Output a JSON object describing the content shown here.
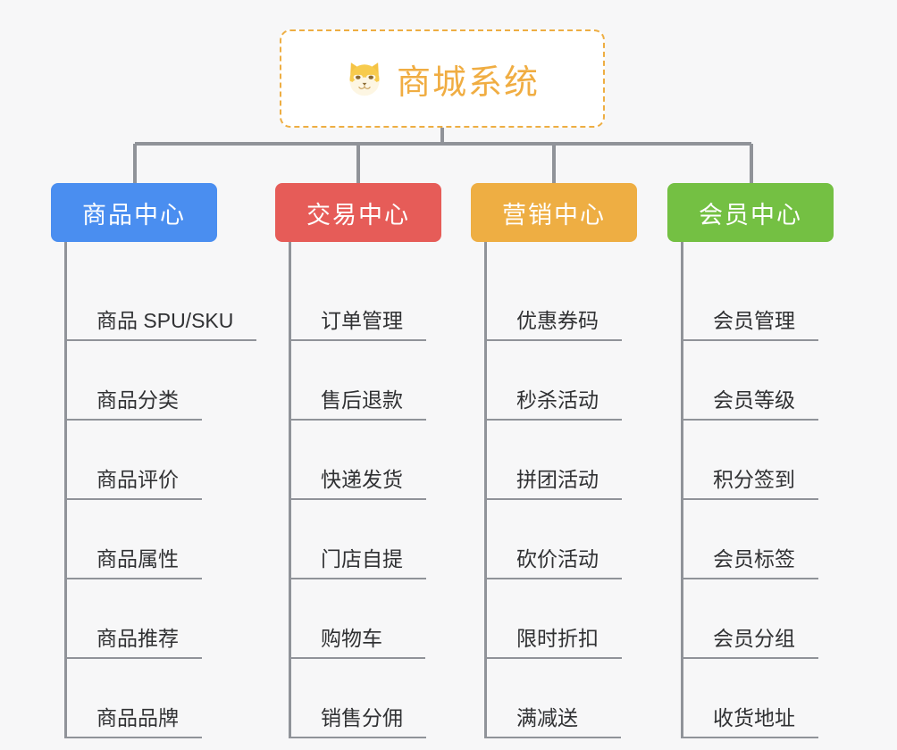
{
  "page": {
    "background_color": "#f7f7f8",
    "title": "商城系统"
  },
  "root": {
    "icon": "dog-face-icon",
    "label": "商城系统",
    "text_color": "#f0ad42",
    "border_color": "#eeae43",
    "background_color": "#ffffff"
  },
  "connector": {
    "color": "#909399"
  },
  "branches": [
    {
      "label": "商品中心",
      "color": "#4a8ef0",
      "items": [
        "商品 SPU/SKU",
        "商品分类",
        "商品评价",
        "商品属性",
        "商品推荐",
        "商品品牌"
      ]
    },
    {
      "label": "交易中心",
      "color": "#e65c58",
      "items": [
        "订单管理",
        "售后退款",
        "快递发货",
        "门店自提",
        "购物车",
        "销售分佣"
      ]
    },
    {
      "label": "营销中心",
      "color": "#eeae43",
      "items": [
        "优惠券码",
        "秒杀活动",
        "拼团活动",
        "砍价活动",
        "限时折扣",
        "满减送"
      ]
    },
    {
      "label": "会员中心",
      "color": "#74c043",
      "items": [
        "会员管理",
        "会员等级",
        "积分签到",
        "会员标签",
        "会员分组",
        "收货地址"
      ]
    }
  ]
}
